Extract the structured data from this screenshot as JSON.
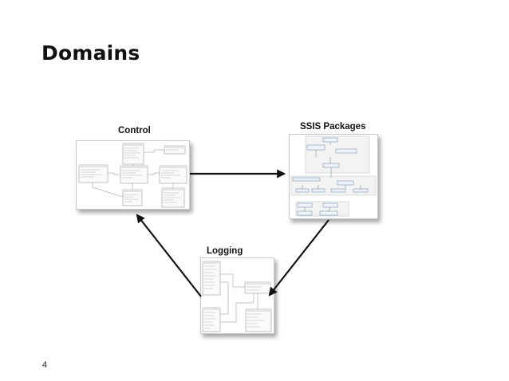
{
  "slide": {
    "title": "Domains",
    "page_number": "4"
  },
  "domains": {
    "control": {
      "label": "Control"
    },
    "ssis": {
      "label": "SSIS Packages"
    },
    "logging": {
      "label": "Logging"
    }
  }
}
